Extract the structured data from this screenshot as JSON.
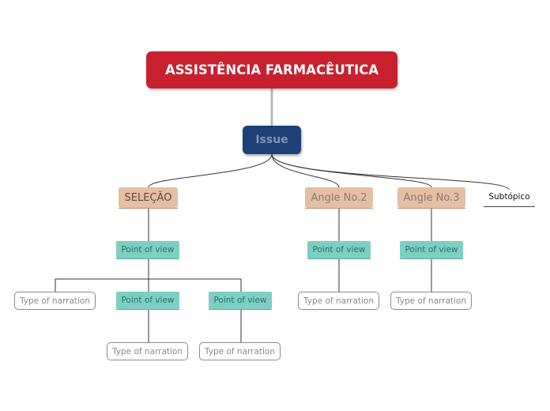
{
  "diagram": {
    "root_label": "ASSISTÊNCIA FARMACÊUTICA",
    "issue_label": "Issue",
    "branches": [
      {
        "label": "SELEÇÃO",
        "text_color": "#5b4a3f",
        "point_of_view": "Point of view",
        "narrations": [
          "Type of narration"
        ],
        "children": [
          {
            "point_of_view": "Point of view",
            "narration": "Type of narration"
          },
          {
            "point_of_view": "Point of view",
            "narration": "Type of narration"
          }
        ]
      },
      {
        "label": "Angle No.2",
        "text_color": "#8a7a70",
        "point_of_view": "Point of view",
        "narration": "Type of narration"
      },
      {
        "label": "Angle No.3",
        "text_color": "#8a7a70",
        "point_of_view": "Point of view",
        "narration": "Type of narration"
      }
    ],
    "floating_topic": "Subtópico"
  },
  "colors": {
    "root": "#c8202f",
    "issue": "#1d4176",
    "main_topic": "#e4bfa3",
    "point_of_view": "#7ccfc2",
    "narration_border": "#8c8c8c"
  }
}
